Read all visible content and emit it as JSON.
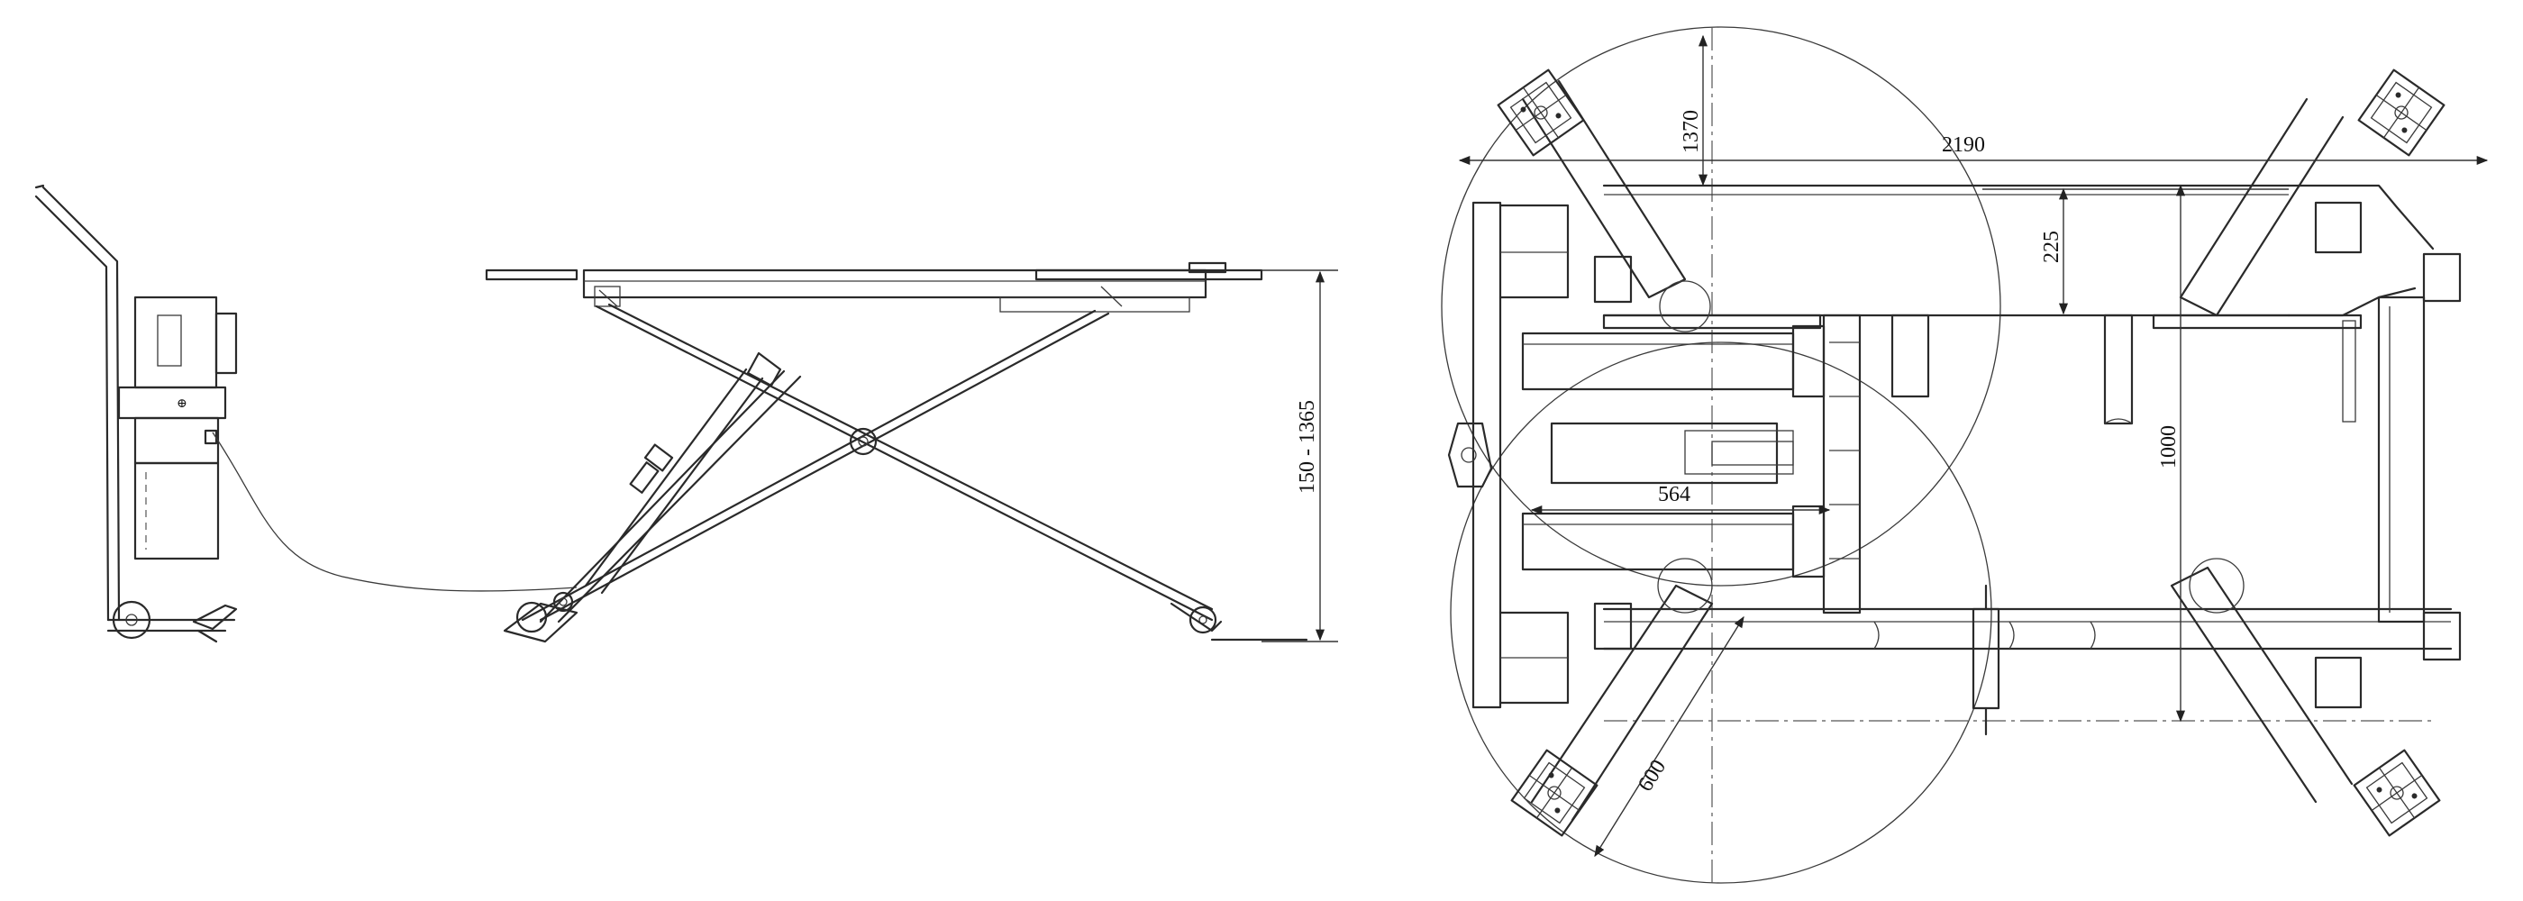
{
  "dimensions": {
    "lift_height": "150 - 1365",
    "overall_length": "2190",
    "swing_radius": "1370",
    "platform_offset": "225",
    "overall_width": "1000",
    "cylinder_spacing": "564",
    "arm_length": "600"
  }
}
